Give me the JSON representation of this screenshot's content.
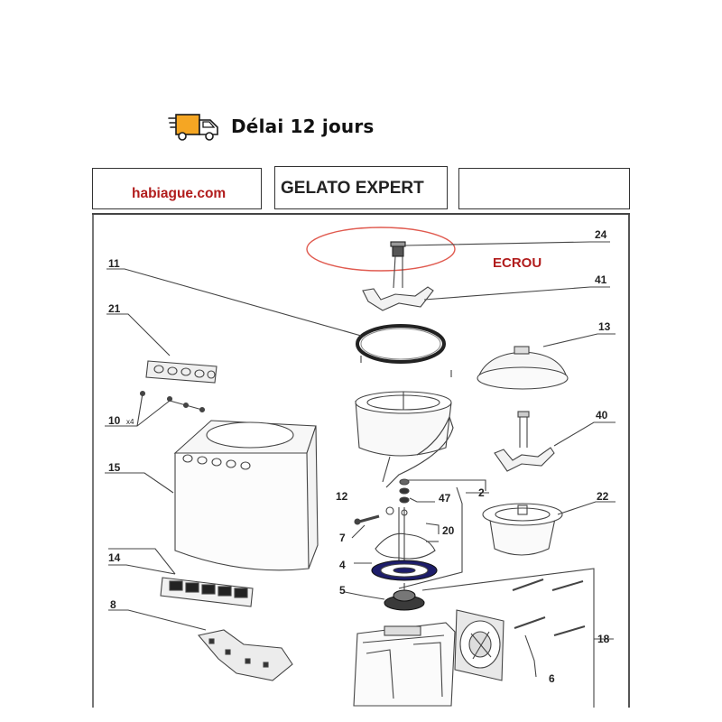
{
  "delivery": {
    "icon": "delivery-truck-icon",
    "text": "Délai 12 jours",
    "accent": "#f5a623"
  },
  "header": {
    "site": "habiague.com",
    "model": "GELATO EXPERT",
    "empty": ""
  },
  "highlight": {
    "label": "ECROU",
    "color": "#e05a4f"
  },
  "callouts": {
    "c24": "24",
    "c41": "41",
    "c11": "11",
    "c21": "21",
    "c13": "13",
    "c10": "10",
    "c10x": "x4",
    "c40": "40",
    "c15": "15",
    "c12": "12",
    "c47": "47",
    "c2": "2",
    "c22": "22",
    "c7": "7",
    "c20": "20",
    "c4": "4",
    "c14": "14",
    "c5": "5",
    "c8": "8",
    "c18": "18",
    "c6": "6"
  }
}
